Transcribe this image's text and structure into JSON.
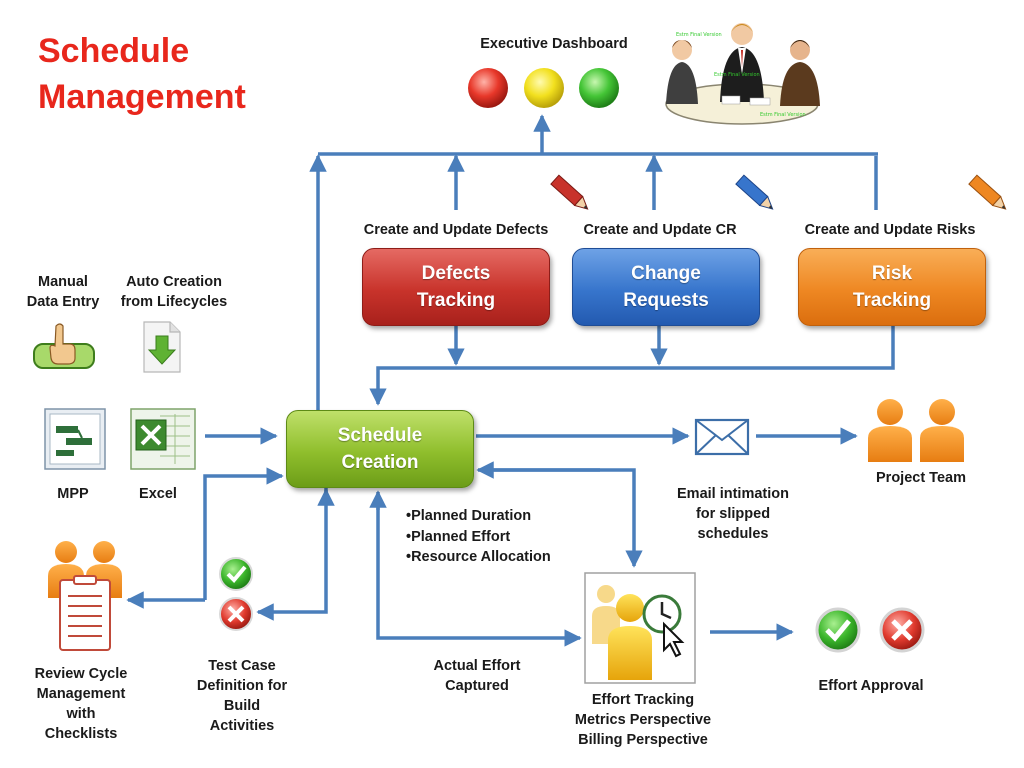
{
  "title_lines": [
    "Schedule",
    "Management"
  ],
  "dashboard": {
    "label": "Executive Dashboard"
  },
  "meeting_note": "Estm Final Version",
  "tracking": {
    "defects": {
      "update_label": "Create and Update Defects",
      "box": "Defects\nTracking"
    },
    "cr": {
      "update_label": "Create and Update CR",
      "box": "Change\nRequests"
    },
    "risks": {
      "update_label": "Create and Update Risks",
      "box": "Risk\nTracking"
    }
  },
  "inputs": {
    "manual": "Manual\nData Entry",
    "auto": "Auto Creation\nfrom Lifecycles",
    "mpp": "MPP",
    "excel": "Excel"
  },
  "schedule_box": "Schedule\nCreation",
  "bullets": [
    "Planned Duration",
    "Planned Effort",
    "Resource Allocation"
  ],
  "email_label": "Email intimation\nfor slipped\nschedules",
  "project_team": "Project Team",
  "review_label": "Review Cycle\nManagement\nwith\nChecklists",
  "testcase_label": "Test Case\nDefinition for\nBuild\nActivities",
  "actual_effort": "Actual Effort\nCaptured",
  "effort_tracking": "Effort Tracking\nMetrics Perspective\nBilling Perspective",
  "effort_approval": "Effort Approval",
  "colors": {
    "arrow": "#4a7ebb",
    "title": "#e8271c"
  }
}
